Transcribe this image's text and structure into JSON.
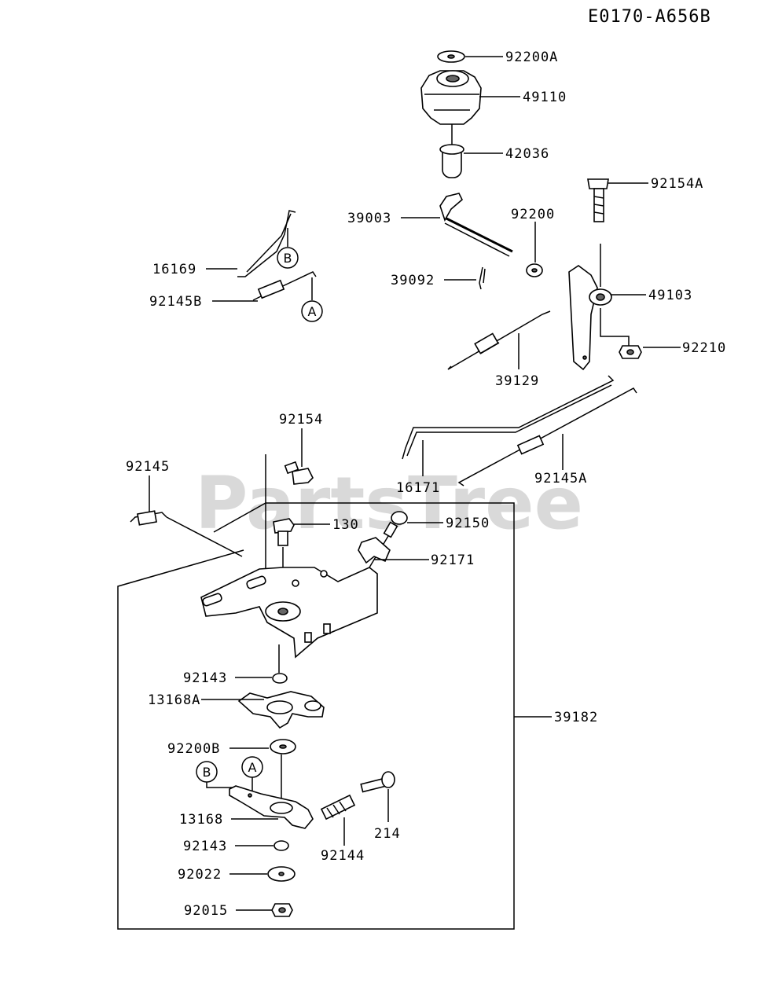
{
  "diagram_code": "E0170-A656B",
  "watermark": "PartsTree",
  "callouts": {
    "a": "A",
    "b": "B"
  },
  "labels": {
    "p92200A": "92200A",
    "p49110": "49110",
    "p42036": "42036",
    "p39003": "39003",
    "p92200": "92200",
    "p92154A": "92154A",
    "p16169": "16169",
    "p92145B": "92145B",
    "p39092": "39092",
    "p49103": "49103",
    "p92210": "92210",
    "p39129": "39129",
    "p92154": "92154",
    "p92145": "92145",
    "p16171": "16171",
    "p92145A": "92145A",
    "p130": "130",
    "p92150": "92150",
    "p92171": "92171",
    "p92143a": "92143",
    "p13168A": "13168A",
    "p39182": "39182",
    "p92200B": "92200B",
    "p13168": "13168",
    "p214": "214",
    "p92143b": "92143",
    "p92144": "92144",
    "p92022": "92022",
    "p92015": "92015"
  }
}
